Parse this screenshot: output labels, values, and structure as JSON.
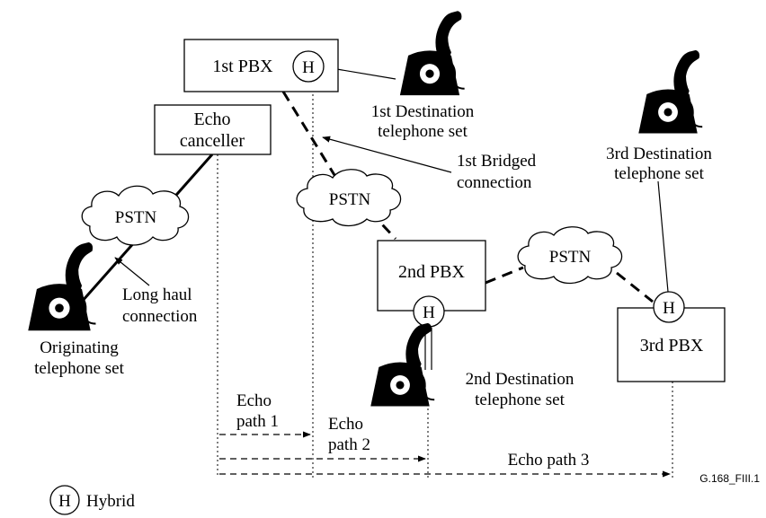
{
  "pbx1": "1st PBX",
  "pbx2": "2nd PBX",
  "pbx3": "3rd PBX",
  "hybrid_symbol": "H",
  "echo_canceller": [
    "Echo",
    "canceller"
  ],
  "pstn": "PSTN",
  "dest1": [
    "1st Destination",
    "telephone set"
  ],
  "dest2": [
    "2nd Destination",
    "telephone set"
  ],
  "dest3": [
    "3rd Destination",
    "telephone set"
  ],
  "originating": [
    "Originating",
    "telephone set"
  ],
  "bridged": [
    "1st Bridged",
    "connection"
  ],
  "long_haul": [
    "Long haul",
    "connection"
  ],
  "echo_path1": [
    "Echo",
    "path 1"
  ],
  "echo_path2": [
    "Echo",
    "path 2"
  ],
  "echo_path3": "Echo path 3",
  "legend_label": "Hybrid",
  "figure_id": "G.168_FIII.1"
}
